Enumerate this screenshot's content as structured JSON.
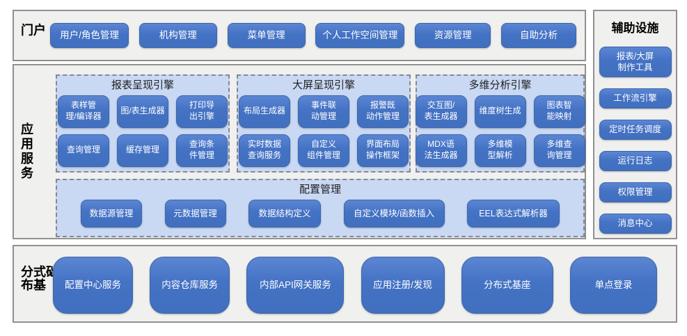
{
  "colors": {
    "button_blue": "#4472C4",
    "panel_light_blue": "#C9D9F4",
    "section_gray": "#F0F0EF",
    "button_text": "#FFFFFF"
  },
  "portal": {
    "label": "门户",
    "items": [
      "用户/角色管理",
      "机构管理",
      "菜单管理",
      "个人工作空间管理",
      "资源管理",
      "自助分析"
    ]
  },
  "app_services": {
    "label": "应用服务",
    "engines": [
      {
        "title": "报表呈现引擎",
        "items": [
          "表样管理/编译器",
          "图/表生成器",
          "打印导出引擎",
          "查询管理",
          "缓存管理",
          "查询条件管理"
        ]
      },
      {
        "title": "大屏呈现引擎",
        "items": [
          "布局生成器",
          "事件联动管理",
          "报警既动作管理",
          "实时数据查询服务",
          "自定义组件管理",
          "界面布局操作框架"
        ]
      },
      {
        "title": "多维分析引擎",
        "items": [
          "交互图/表生成器",
          "维度树生成",
          "图表智能映射",
          "MDX语法生成器",
          "多维模型解析",
          "多维查询管理"
        ]
      }
    ],
    "config": {
      "title": "配置管理",
      "items": [
        "数据源管理",
        "元数据管理",
        "数据结构定义",
        "自定义模块/函数插入",
        "EEL表达式解析器"
      ]
    }
  },
  "distributed": {
    "label": "分布式基础",
    "items": [
      "配置中心服务",
      "内容仓库服务",
      "内部API网关服务",
      "应用注册/发现",
      "分布式基座",
      "单点登录"
    ]
  },
  "auxiliary": {
    "title": "辅助设施",
    "items": [
      "报表/大屏制作工具",
      "工作流引擎",
      "定时任务调度",
      "运行日志",
      "权限管理",
      "消息中心"
    ]
  }
}
